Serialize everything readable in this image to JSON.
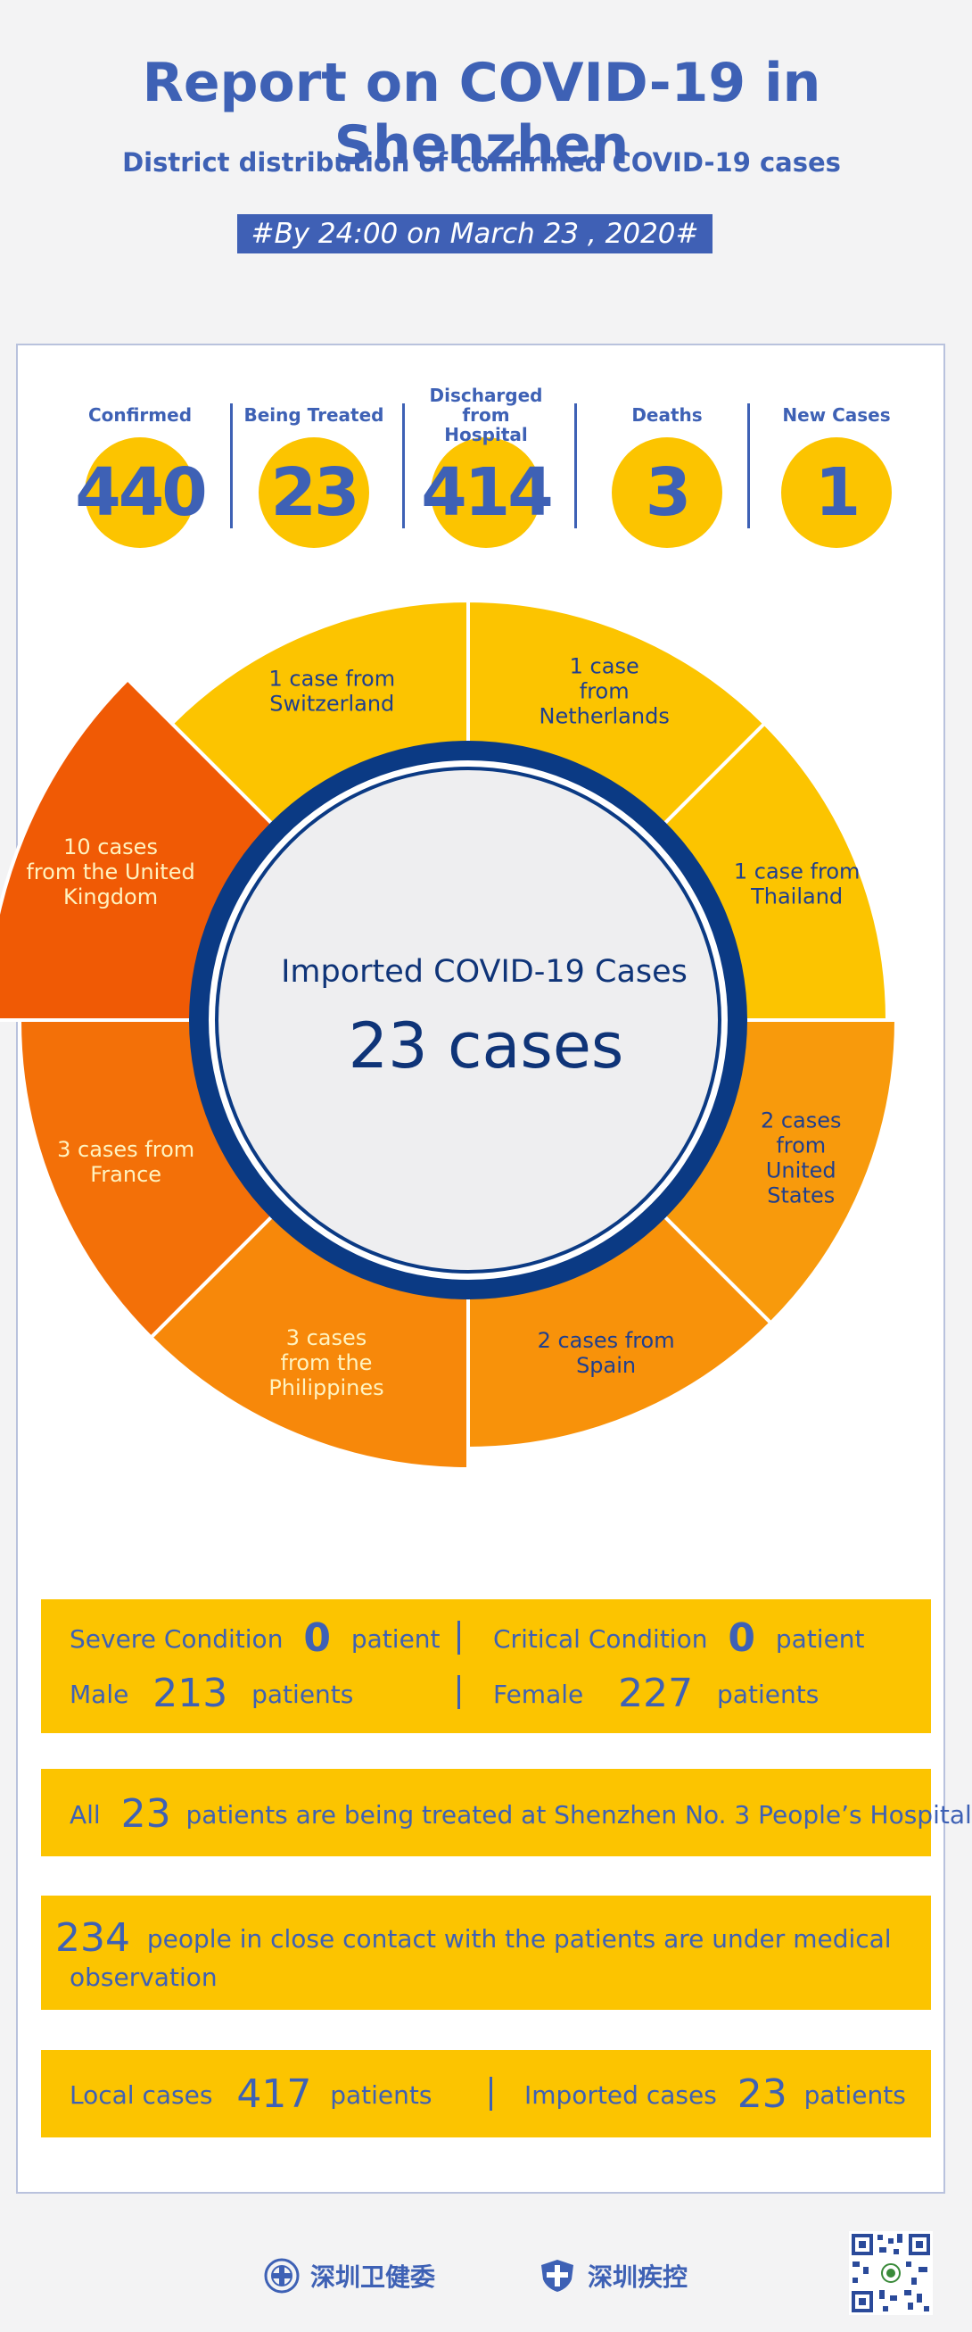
{
  "header": {
    "title": "Report on COVID-19 in Shenzhen",
    "subtitle": "District distribution of confirmed COVID-19 cases",
    "date": "#By 24:00 on March 23 , 2020#"
  },
  "stats": [
    {
      "label": "Confirmed",
      "value": "440"
    },
    {
      "label": "Being Treated",
      "value": "23"
    },
    {
      "label": "Discharged from Hospital",
      "value": "414"
    },
    {
      "label": "Deaths",
      "value": "3"
    },
    {
      "label": "New Cases",
      "value": "1"
    }
  ],
  "chart_data": {
    "type": "pie",
    "center_title": "Imported COVID-19 Cases",
    "center_value": "23 cases",
    "slices": [
      {
        "label": "1 case from Switzerland",
        "value": 1,
        "color": "#fcc400"
      },
      {
        "label": "1 case from Netherlands",
        "value": 1,
        "color": "#fcc400"
      },
      {
        "label": "1 case from Thailand",
        "value": 1,
        "color": "#fcc400"
      },
      {
        "label": "2 cases from United States",
        "value": 2,
        "color": "#f89a0c"
      },
      {
        "label": "2 cases from Spain",
        "value": 2,
        "color": "#f8920a"
      },
      {
        "label": "3 cases from the Philippines",
        "value": 3,
        "color": "#f7880a"
      },
      {
        "label": "3 cases from France",
        "value": 3,
        "color": "#f37008"
      },
      {
        "label": "10 cases from the United Kingdom",
        "value": 10,
        "color": "#f05a05"
      }
    ]
  },
  "conditions": {
    "severe_label": "Severe Condition",
    "severe_value": "0",
    "severe_unit": "patient",
    "critical_label": "Critical Condition",
    "critical_value": "0",
    "critical_unit": "patient",
    "male_label": "Male",
    "male_value": "213",
    "male_unit": "patients",
    "female_label": "Female",
    "female_value": "227",
    "female_unit": "patients"
  },
  "treatment": {
    "prefix": "All",
    "value": "23",
    "text": "patients are being treated at Shenzhen No. 3 People’s Hospital"
  },
  "contacts": {
    "value": "234",
    "text1": "people in close contact with the patients are under medical",
    "text2": "observation"
  },
  "origin": {
    "local_label": "Local cases",
    "local_value": "417",
    "local_unit": "patients",
    "imported_label": "Imported cases",
    "imported_value": "23",
    "imported_unit": "patients"
  },
  "footer": {
    "org1": "深圳卫健委",
    "org2": "深圳疾控"
  }
}
